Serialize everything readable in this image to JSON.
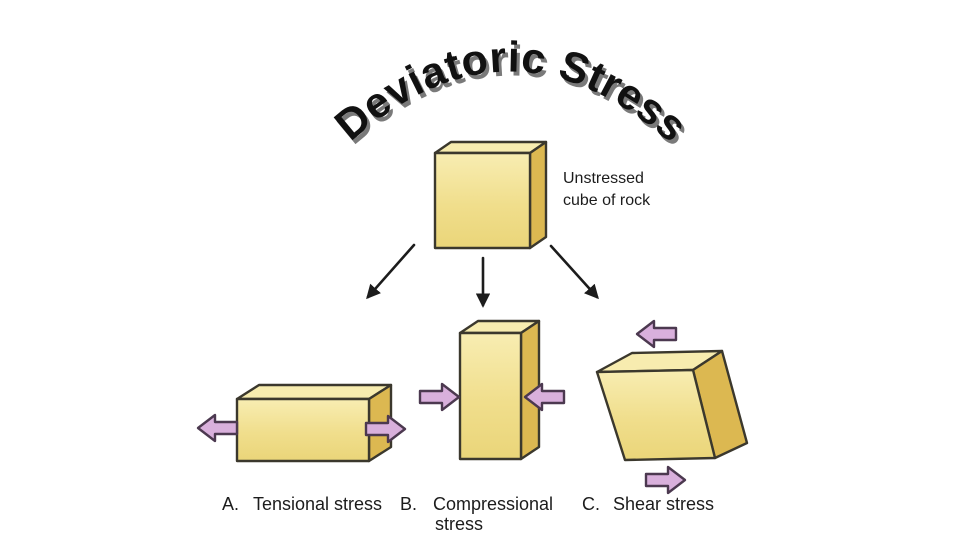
{
  "title": {
    "text": "Deviatoric Stress"
  },
  "unstressed": {
    "line1": "Unstressed",
    "line2": "cube of rock"
  },
  "sections": {
    "a": {
      "prefix": "A.",
      "label": "Tensional stress"
    },
    "b": {
      "prefix": "B.",
      "line1": "Compressional",
      "line2": "stress"
    },
    "c": {
      "prefix": "C.",
      "label": "Shear stress"
    }
  },
  "arrows": {
    "tensional": "outward pull, left and right",
    "compressional": "inward push, left and right",
    "shear": "top pushed left, bottom pushed right"
  },
  "colors": {
    "background": "#FFFFFF",
    "title": "#111111",
    "title_shadow": "#7A7A7A",
    "ink": "#1C1C1C",
    "outline": "#3B382D",
    "cube_top": "#F7ECAF",
    "cube_front_light": "#F8EDB2",
    "cube_front": "#F0DE8C",
    "cube_front_dark": "#EAD579",
    "cube_side": "#DCB851",
    "arrow_fill": "#D9B0DC",
    "arrow_outline": "#4C3950"
  }
}
